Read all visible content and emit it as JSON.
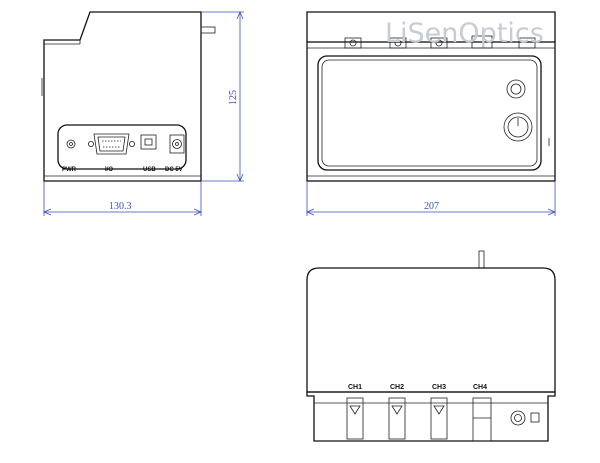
{
  "watermark": {
    "text": "LiSenOptics",
    "color": "#c7cbd3"
  },
  "dimensions": {
    "height": "125",
    "side_width": "130.3",
    "front_width": "207",
    "color": "#3a4fbf"
  },
  "rear_ports": {
    "pwr": "PWR",
    "io": "I/O",
    "usb": "USB",
    "dc": "DC 5V"
  },
  "channels": [
    "CH1",
    "CH2",
    "CH3",
    "CH4"
  ]
}
